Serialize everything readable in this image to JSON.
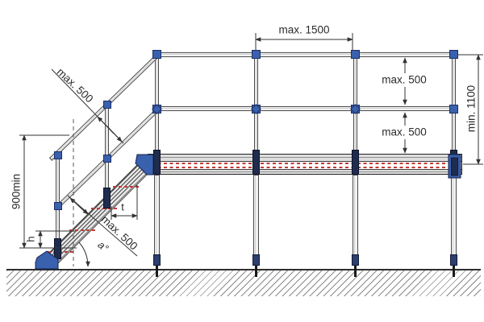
{
  "drawing": {
    "title": "modular platform with stairway - dimensioned side view",
    "dimensions": {
      "post_spacing_label": "max. 1500",
      "rail_gap_upper_label": "max. 500",
      "rail_gap_lower_label": "max. 500",
      "guardrail_height_label": "min. 1100",
      "stair_handrail_height_label": "900min",
      "stair_rail_gap_upper_label": "max. 500",
      "stair_rail_gap_lower_label": "max. 500",
      "riser_label": "h",
      "tread_label": "t",
      "angle_label": "a°"
    },
    "colors": {
      "fitting_blue": "#3a61ad",
      "clamp_navy": "#202c4e",
      "tube_fill": "#ececec",
      "line_dark": "#333333",
      "tread_red": "#c23b34"
    }
  }
}
